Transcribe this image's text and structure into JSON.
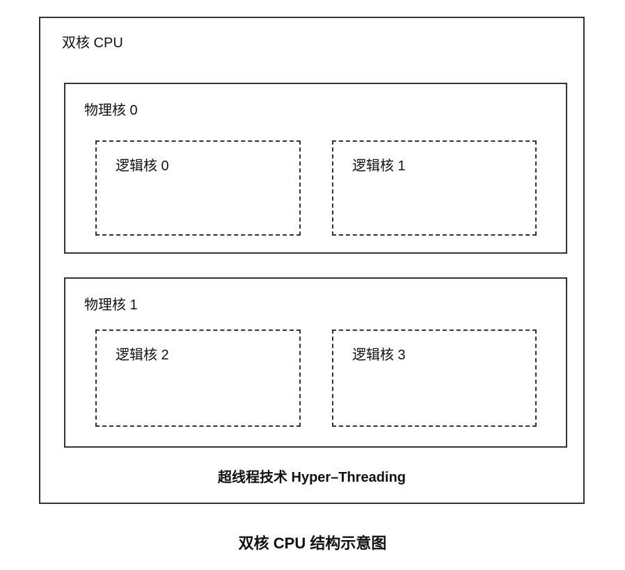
{
  "diagram": {
    "cpu": {
      "label": "双核 CPU",
      "physical_cores": [
        {
          "label": "物理核 0",
          "logical_cores": [
            {
              "label": "逻辑核 0"
            },
            {
              "label": "逻辑核 1"
            }
          ]
        },
        {
          "label": "物理核 1",
          "logical_cores": [
            {
              "label": "逻辑核 2"
            },
            {
              "label": "逻辑核 3"
            }
          ]
        }
      ],
      "footnote": "超线程技术 Hyper–Threading"
    },
    "caption": "双核 CPU 结构示意图"
  },
  "colors": {
    "background": "#ffffff",
    "border": "#333333",
    "text": "#111111"
  }
}
